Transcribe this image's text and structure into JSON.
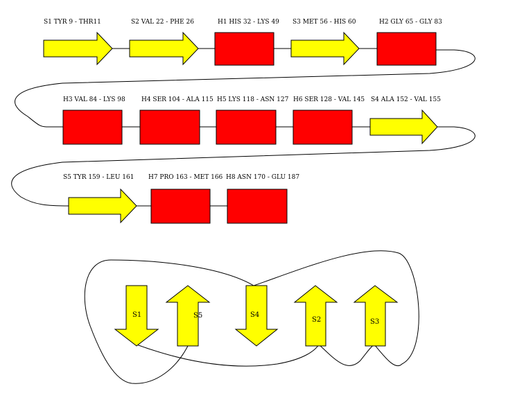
{
  "colors": {
    "strand": "#ffff00",
    "helix": "#ff0000",
    "outline": "#000000",
    "background": "#ffffff"
  },
  "topology": {
    "elements": [
      {
        "id": "S1",
        "type": "strand",
        "label": "S1 TYR 9 - THR11"
      },
      {
        "id": "S2",
        "type": "strand",
        "label": "S2 VAL 22 -  PHE 26"
      },
      {
        "id": "H1",
        "type": "helix",
        "label": "H1 HIS 32 - LYS 49"
      },
      {
        "id": "S3",
        "type": "strand",
        "label": "S3 MET 56 - HIS 60"
      },
      {
        "id": "H2",
        "type": "helix",
        "label": "H2 GLY 65 - GLY 83"
      },
      {
        "id": "H3",
        "type": "helix",
        "label": "H3 VAL 84 - LYS 98"
      },
      {
        "id": "H4",
        "type": "helix",
        "label": "H4 SER 104 - ALA 115"
      },
      {
        "id": "H5",
        "type": "helix",
        "label": "H5 LYS 118 - ASN 127"
      },
      {
        "id": "H6",
        "type": "helix",
        "label": "H6 SER 128 - VAL 145"
      },
      {
        "id": "S4",
        "type": "strand",
        "label": "S4 ALA 152 - VAL 155"
      },
      {
        "id": "S5",
        "type": "strand",
        "label": "S5 TYR 159 - LEU 161"
      },
      {
        "id": "H7",
        "type": "helix",
        "label": "H7 PRO 163 - MET 166"
      },
      {
        "id": "H8",
        "type": "helix",
        "label": "H8 ASN 170 - GLU 187"
      }
    ]
  },
  "sheet": {
    "strands": [
      {
        "label": "S1",
        "direction": "down"
      },
      {
        "label": "S5",
        "direction": "up"
      },
      {
        "label": "S4",
        "direction": "down"
      },
      {
        "label": "S2",
        "direction": "up"
      },
      {
        "label": "S3",
        "direction": "up"
      }
    ]
  }
}
